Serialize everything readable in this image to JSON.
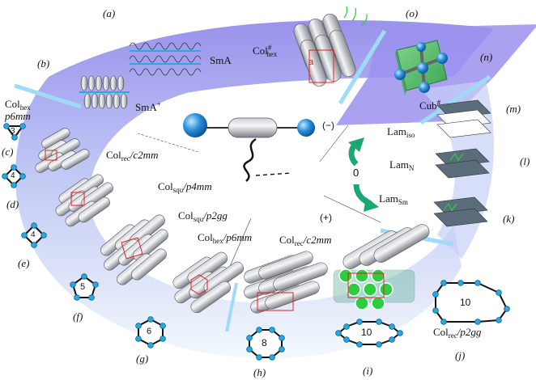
{
  "panels": {
    "a": "(a)",
    "b": "(b)",
    "c": "(c)",
    "d": "(d)",
    "e": "(e)",
    "f": "(f)",
    "g": "(g)",
    "h": "(h)",
    "i": "(i)",
    "j": "(j)",
    "k": "(k)",
    "l": "(l)",
    "m": "(m)",
    "n": "(n)",
    "o": "(o)"
  },
  "phases": {
    "sma": "SmA",
    "smaplus_base": "SmA",
    "smaplus_sup": "+",
    "colhex_top_base": "Col",
    "colhex_top_sub": "hex",
    "colhex_top_pg": "p6mm",
    "colrec_c2mm_left_base": "Col",
    "colrec_c2mm_left_sub": "rec",
    "colrec_c2mm_left_pg": "/c2mm",
    "colsqu_p4mm_base": "Col",
    "colsqu_p4mm_sub": "squ",
    "colsqu_p4mm_pg": "/p4mm",
    "colsqu_p2gg_base": "Col",
    "colsqu_p2gg_sub": "squ",
    "colsqu_p2gg_pg": "/p2gg",
    "colhex_p6mm_base": "Col",
    "colhex_p6mm_sub": "hex",
    "colhex_p6mm_pg": "/p6mm",
    "colrec_c2mm_bottom_base": "Col",
    "colrec_c2mm_bottom_sub": "rec",
    "colrec_c2mm_bottom_pg": "/c2mm",
    "colrec_p2gg_base": "Col",
    "colrec_p2gg_sub": "rec",
    "colrec_p2gg_pg": "/p2gg",
    "colhash_base": "Col",
    "colhash_sup": "#",
    "colhash_sub": "hex",
    "cubhash_base": "Cub",
    "cubhash_sup": "#",
    "lamiso_base": "Lam",
    "lamiso_sub": "iso",
    "lamn_base": "Lam",
    "lamn_sub": "N",
    "lamsm_base": "Lam",
    "lamsm_sub": "Sm"
  },
  "center": {
    "zero": "0",
    "minus": "(−)",
    "plus": "(+)"
  },
  "lattice_letter": "a",
  "polygons": {
    "triangle": "3",
    "square_c": "4",
    "square_d": "4",
    "pentagon": "5",
    "hexagon": "6",
    "octagon": "8",
    "decagon_i": "10",
    "decagon_j": "10"
  },
  "colors": {
    "arc_top": "#8f86ea",
    "arc_mid": "#b9c2f3",
    "arc_bottom": "#eaf4fb",
    "node": "#29a7df",
    "arrow_green": "#1aa772",
    "column": "#d6d8dc",
    "core_green": "#2ecc40"
  }
}
